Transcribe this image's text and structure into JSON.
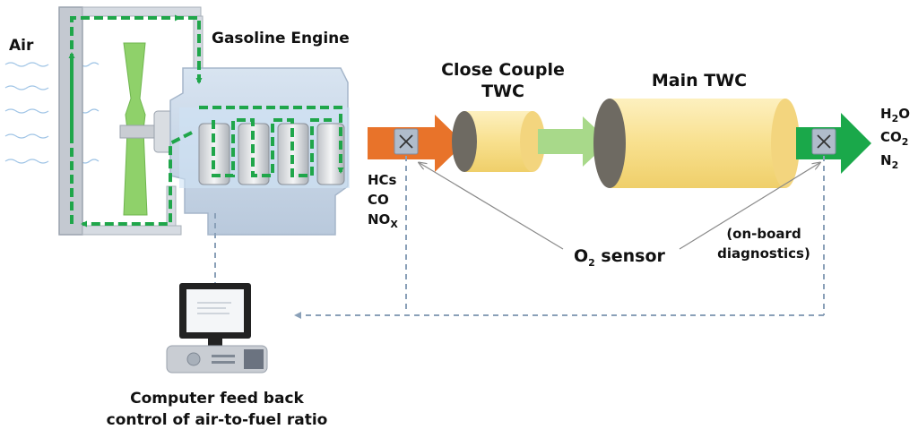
{
  "labels": {
    "air": "Air",
    "gasoline_engine": "Gasoline Engine",
    "close_couple_line1": "Close Couple",
    "close_couple_line2": "TWC",
    "main_twc": "Main TWC",
    "inlet_hcs": "HCs",
    "inlet_co": "CO",
    "inlet_nox_main": "NO",
    "inlet_nox_sub": "X",
    "outlet_h2o_a": "H",
    "outlet_h2o_sub": "2",
    "outlet_h2o_b": "O",
    "outlet_co2_main": "CO",
    "outlet_co2_sub": "2",
    "outlet_n2_main": "N",
    "outlet_n2_sub": "2",
    "o2_sensor_main": "O",
    "o2_sensor_sub": "2",
    "o2_sensor_rest": " sensor",
    "obd_line1": "(on-board",
    "obd_line2": "diagnostics)",
    "computer_line1": "Computer feed back",
    "computer_line2": "control of air-to-fuel ratio"
  },
  "colors": {
    "coolant_flow": "#1fa64a",
    "fan": "#8fd16a",
    "exhaust_raw": "#e8732a",
    "exhaust_intermediate": "#a8d98a",
    "exhaust_clean": "#1aa84a",
    "catalyst_body": "#f8e08e",
    "catalyst_face": "#6e6a62",
    "sensor": "#b0bccb",
    "signal_line": "#8aa0b8",
    "engine_block": "#c8d8ea"
  },
  "icons": {
    "sensor": "x-cross-sensor-icon",
    "computer": "computer-monitor-icon"
  }
}
